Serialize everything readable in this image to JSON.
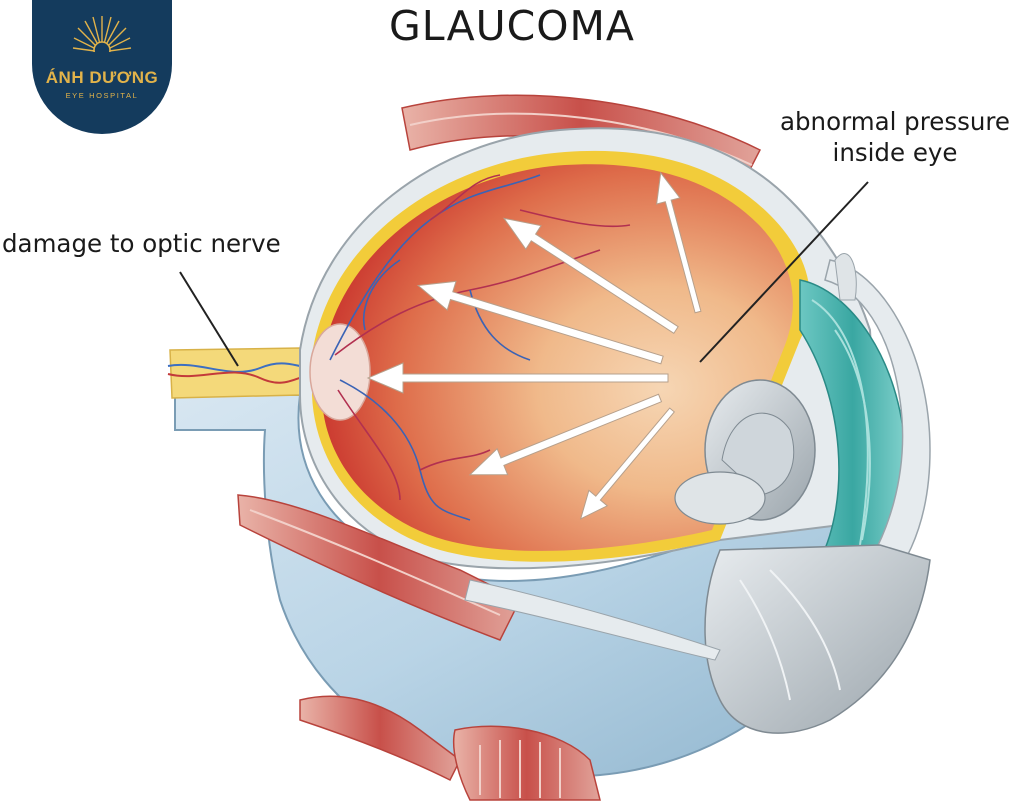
{
  "title": "GLAUCOMA",
  "logo": {
    "name": "ÁNH DƯƠNG",
    "subtitle": "EYE HOSPITAL",
    "icon": "sun-rays-icon",
    "colors": {
      "background": "#143b5d",
      "gold": "#e2b34a"
    }
  },
  "labels": {
    "optic_nerve": "damage to optic nerve",
    "pressure_line1": "abnormal pressure",
    "pressure_line2": "inside eye"
  },
  "colors": {
    "interior_red": "#c8322c",
    "interior_peach": "#f0b98a",
    "retina_yellow": "#f2cc3a",
    "sclera_blue": "#b9d4e6",
    "iris_teal": "#3aa7a2",
    "muscle_red": "#c8504a",
    "arrow_white": "#ffffff"
  }
}
